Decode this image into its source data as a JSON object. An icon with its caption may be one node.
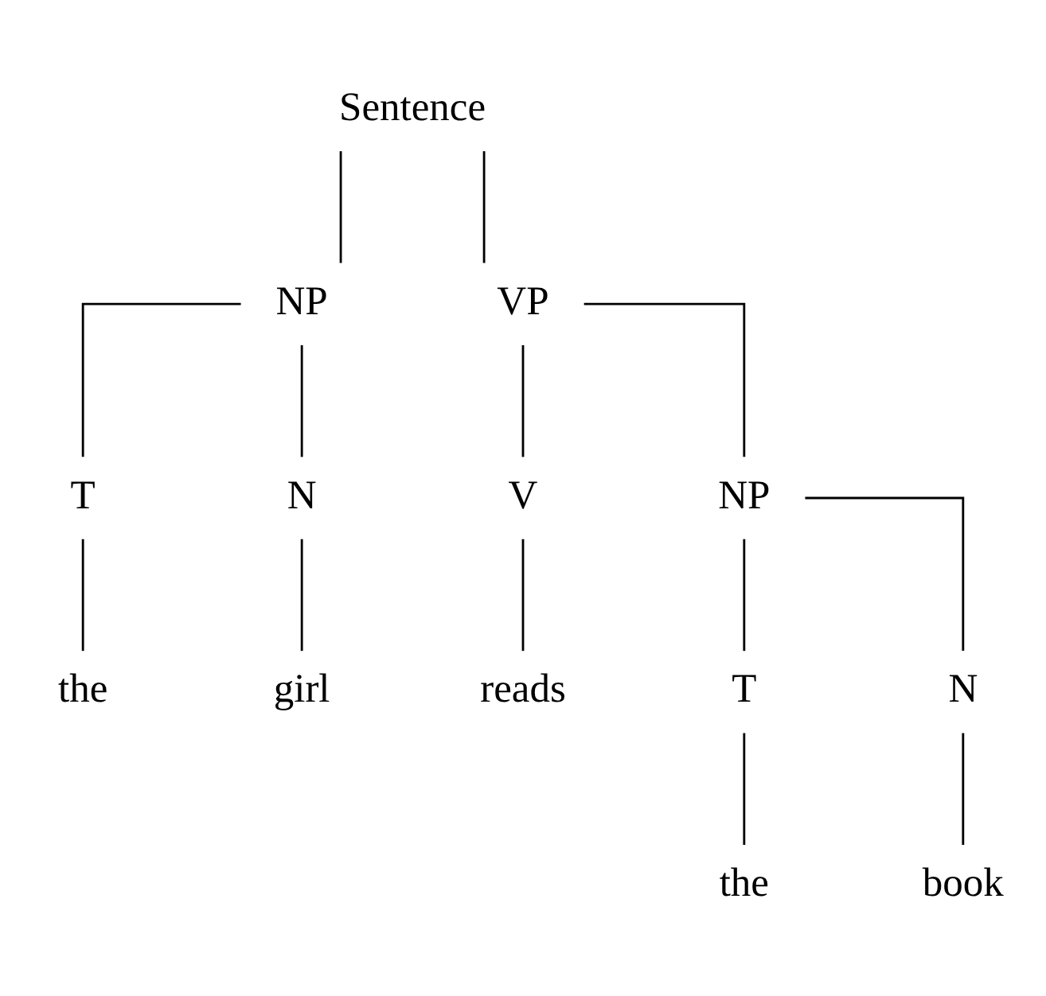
{
  "diagram": {
    "nodes": [
      {
        "text": [
          "Sentence"
        ]
      },
      {
        "text": [
          "NP"
        ]
      },
      {
        "text": [
          "VP"
        ]
      },
      {
        "text": [
          "T"
        ]
      },
      {
        "text": [
          "N"
        ]
      },
      {
        "text": [
          "the"
        ]
      },
      {
        "text": [
          "girl"
        ]
      },
      {
        "text": [
          "V"
        ]
      },
      {
        "text": [
          "NP"
        ]
      },
      {
        "text": [
          "reads"
        ]
      },
      {
        "text": [
          "T"
        ]
      },
      {
        "text": [
          "N"
        ]
      },
      {
        "text": [
          "the"
        ]
      },
      {
        "text": [
          "book"
        ]
      }
    ],
    "edges": [
      {
        "from": 0,
        "to": 1,
        "arrow": "none"
      },
      {
        "from": 0,
        "to": 2,
        "arrow": "none"
      },
      {
        "from": 1,
        "to": 3,
        "arrow": "none"
      },
      {
        "from": 1,
        "to": 4,
        "arrow": "none"
      },
      {
        "from": 3,
        "to": 5,
        "arrow": "none"
      },
      {
        "from": 4,
        "to": 6,
        "arrow": "none"
      },
      {
        "from": 2,
        "to": 7,
        "arrow": "none"
      },
      {
        "from": 2,
        "to": 8,
        "arrow": "none"
      },
      {
        "from": 7,
        "to": 9,
        "arrow": "none"
      },
      {
        "from": 8,
        "to": 10,
        "arrow": "none"
      },
      {
        "from": 8,
        "to": 11,
        "arrow": "none"
      },
      {
        "from": 10,
        "to": 12,
        "arrow": "none"
      },
      {
        "from": 11,
        "to": 13,
        "arrow": "none"
      }
    ]
  }
}
